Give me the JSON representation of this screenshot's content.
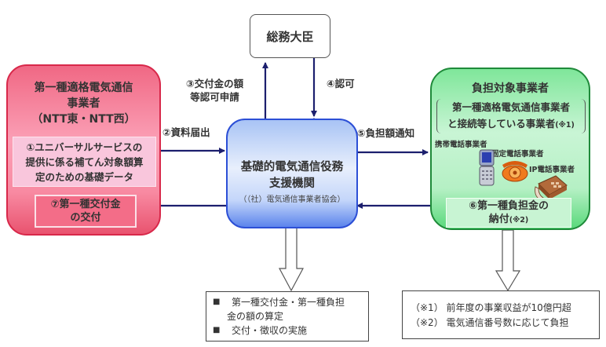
{
  "minister": {
    "label": "総務大臣"
  },
  "left_entity": {
    "title_lines": [
      "第一種適格電気通信",
      "事業者",
      "（NTT東・NTT西）"
    ],
    "data_lines": [
      "①ユニバーサルサービスの",
      "提供に係る補てん対象額算",
      "定のための基礎データ"
    ],
    "grant_lines": [
      "⑦第一種交付金",
      "の交付"
    ]
  },
  "center_entity": {
    "title_lines": [
      "基礎的電気通信役務",
      "支援機関"
    ],
    "subtitle": "（（社）電気通信事業者協会）"
  },
  "right_entity": {
    "title": "負担対象事業者",
    "bracket_lines": [
      "第一種適格電気通信事業者",
      "と接続等している事業者"
    ],
    "bracket_note": "(※1)",
    "operators": [
      {
        "label": "携帯電話事業者",
        "icon": "mobile-phone-icon"
      },
      {
        "label": "固定電話事業者",
        "icon": "rotary-phone-icon"
      },
      {
        "label": "IP電話事業者",
        "icon": "desk-phone-icon"
      }
    ],
    "payment_lines": [
      "⑥第一種負担金の",
      "納付"
    ],
    "payment_note": "(※2)"
  },
  "flows": {
    "step2": "②資料届出",
    "step3_lines": [
      "③交付金の額",
      "等認可申請"
    ],
    "step4": "④認可",
    "step5": "⑤負担額通知"
  },
  "center_note": {
    "bullet": "■",
    "items": [
      [
        "第一種交付金・第一種負担",
        "金の額の算定"
      ],
      [
        "交付・徴収の実施"
      ]
    ]
  },
  "right_note": {
    "items": [
      {
        "mark": "（※1）",
        "text": "前年度の事業収益が10億円超"
      },
      {
        "mark": "（※2）",
        "text": "電気通信番号数に応じて負担"
      }
    ]
  },
  "colors": {
    "arrow": "#1c1f6e",
    "left_border": "#d8284a",
    "center_border": "#2c4fd6",
    "right_border": "#1f8a3a"
  }
}
